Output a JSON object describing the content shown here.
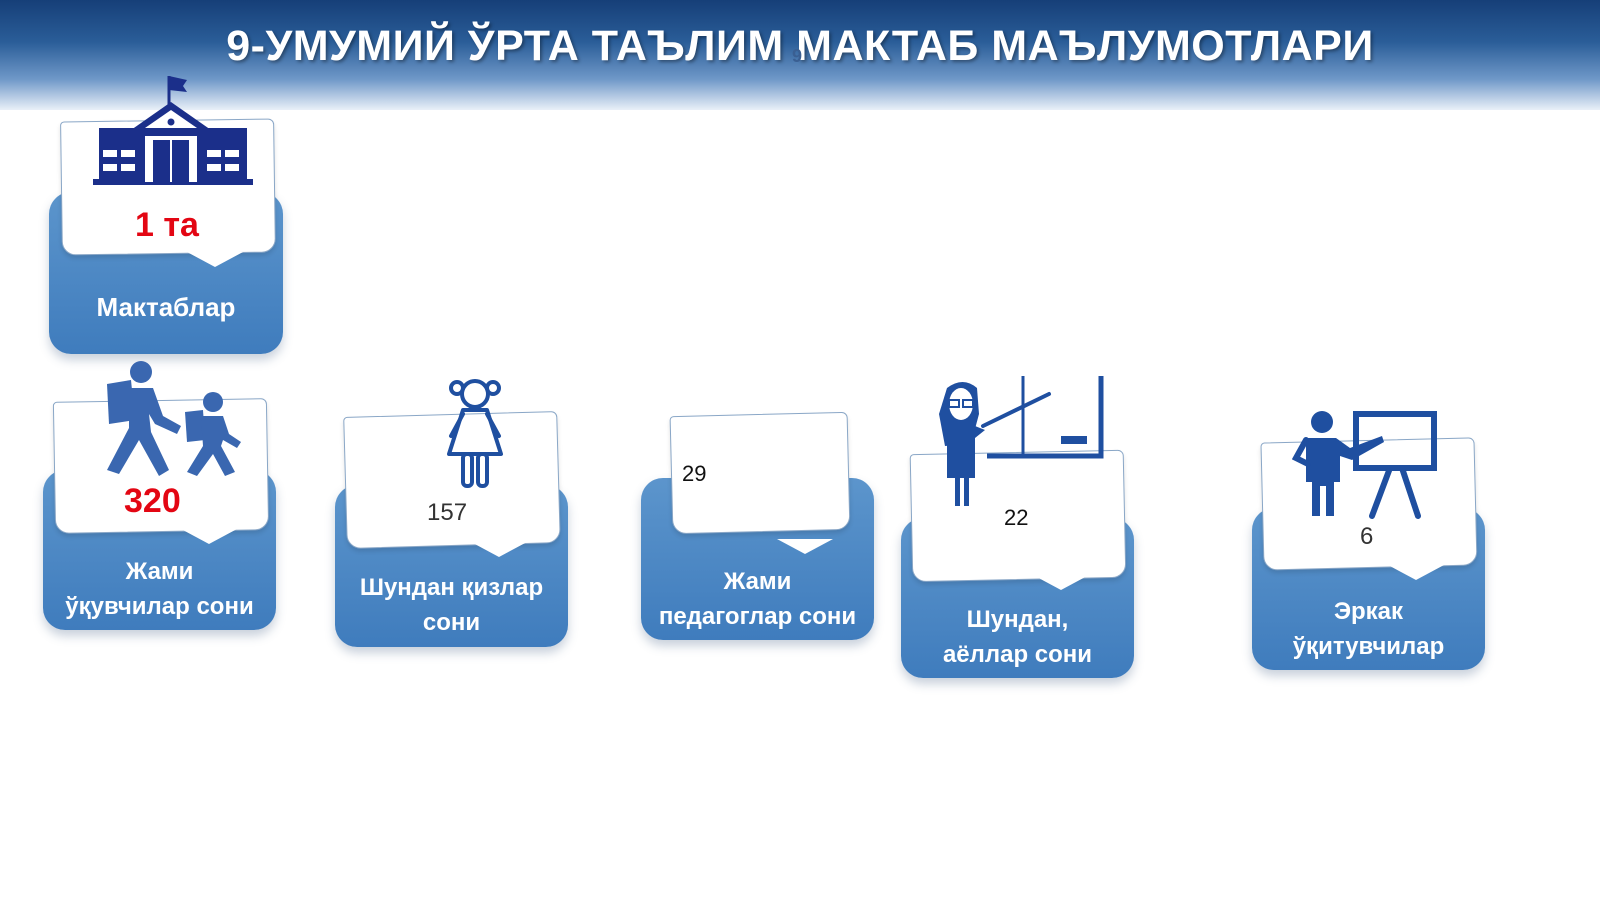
{
  "header": {
    "title": "9-УМУМИЙ ЎРТА ТАЪЛИМ МАКТАБ МАЪЛУМОТЛАРИ",
    "overlay_mark": "9"
  },
  "colors": {
    "banner_dark": "#163f78",
    "card_blue": "#4a86c5",
    "icon_navy": "#1b2f8a",
    "icon_blue": "#1f4fa0",
    "accent_red": "#e30613"
  },
  "cards": {
    "schools": {
      "value": "1 та",
      "label": "Мактаблар",
      "icon": "school-building-icon"
    },
    "students": {
      "value": "320",
      "label_line1": "Жами",
      "label_line2": "ўқувчилар сони",
      "icon": "walking-students-icon"
    },
    "girls": {
      "value": "157",
      "label_line1": "Шундан қизлар",
      "label_line2": "сони",
      "icon": "girl-icon"
    },
    "teachers": {
      "value": "29",
      "label_line1": "Жами",
      "label_line2": "педагоглар сони"
    },
    "women": {
      "value": "22",
      "label_line1": "Шундан,",
      "label_line2": "аёллар сони",
      "icon": "female-teacher-icon"
    },
    "men": {
      "value": "6",
      "label_line1": "Эркак",
      "label_line2": "ўқитувчилар",
      "icon": "male-teacher-board-icon"
    }
  }
}
